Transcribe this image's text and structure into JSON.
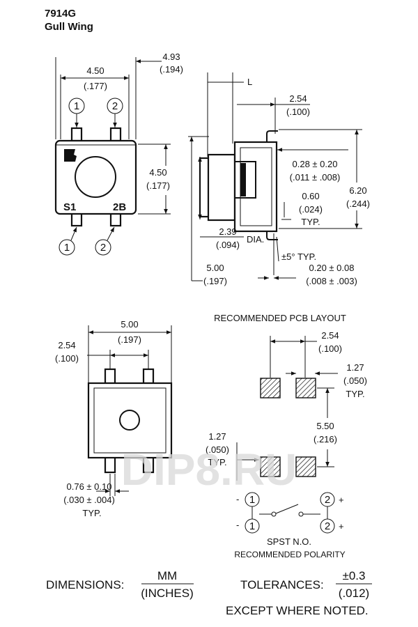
{
  "header": {
    "part_number": "7914G",
    "style": "Gull Wing"
  },
  "top_view": {
    "dim_overall_mm": "4.93",
    "dim_overall_in": "(.194)",
    "dim_width_mm": "4.50",
    "dim_width_in": "(.177)",
    "dim_height_mm": "4.50",
    "dim_height_in": "(.177)",
    "pin_labels": [
      "1",
      "2",
      "1",
      "2"
    ],
    "marking_left": "S1",
    "marking_right": "2B"
  },
  "side_view": {
    "dim_L": "L",
    "dim_a_mm": "2.54",
    "dim_a_in": "(.100)",
    "dim_b_mm": "0.28 ± 0.20",
    "dim_b_in": "(.011 ± .008)",
    "dim_c_mm": "0.60",
    "dim_c_in": "(.024)",
    "dim_c_note": "TYP.",
    "dim_d_mm": "6.20",
    "dim_d_in": "(.244)",
    "dim_e_mm": "2.39",
    "dim_e_in": "(.094)",
    "dim_e_note": "DIA.",
    "angle_note": "±5° TYP.",
    "dim_f_mm": "5.00",
    "dim_f_in": "(.197)",
    "dim_g_mm": "0.20 ± 0.08",
    "dim_g_in": "(.008 ± .003)"
  },
  "bottom_view": {
    "dim_width_mm": "5.00",
    "dim_width_in": "(.197)",
    "dim_pitch_mm": "2.54",
    "dim_pitch_in": "(.100)",
    "dim_lead_mm": "0.76 ± 0.10",
    "dim_lead_in": "(.030 ± .004)",
    "dim_lead_note": "TYP."
  },
  "pcb_layout": {
    "title": "RECOMMENDED PCB LAYOUT",
    "dim_pitch_mm": "2.54",
    "dim_pitch_in": "(.100)",
    "dim_pad_mm": "1.27",
    "dim_pad_in": "(.050)",
    "dim_pad_note": "TYP.",
    "dim_row_mm": "5.50",
    "dim_row_in": "(.216)",
    "dim_pad2_mm": "1.27",
    "dim_pad2_in": "(.050)",
    "dim_pad2_note": "TYP."
  },
  "schematic": {
    "pins": [
      "1",
      "2",
      "1",
      "2"
    ],
    "minus_sign": "-",
    "plus_sign": "+",
    "caption": "SPST N.O.",
    "subcaption": "RECOMMENDED POLARITY"
  },
  "footer": {
    "dimensions_label": "DIMENSIONS:",
    "dimensions_unit_top": "MM",
    "dimensions_unit_bottom": "(INCHES)",
    "tolerances_label": "TOLERANCES:",
    "tolerance_top": "±0.3",
    "tolerance_bottom": "(.012)",
    "except_note": "EXCEPT WHERE NOTED."
  },
  "watermark": "DIP8.RU"
}
